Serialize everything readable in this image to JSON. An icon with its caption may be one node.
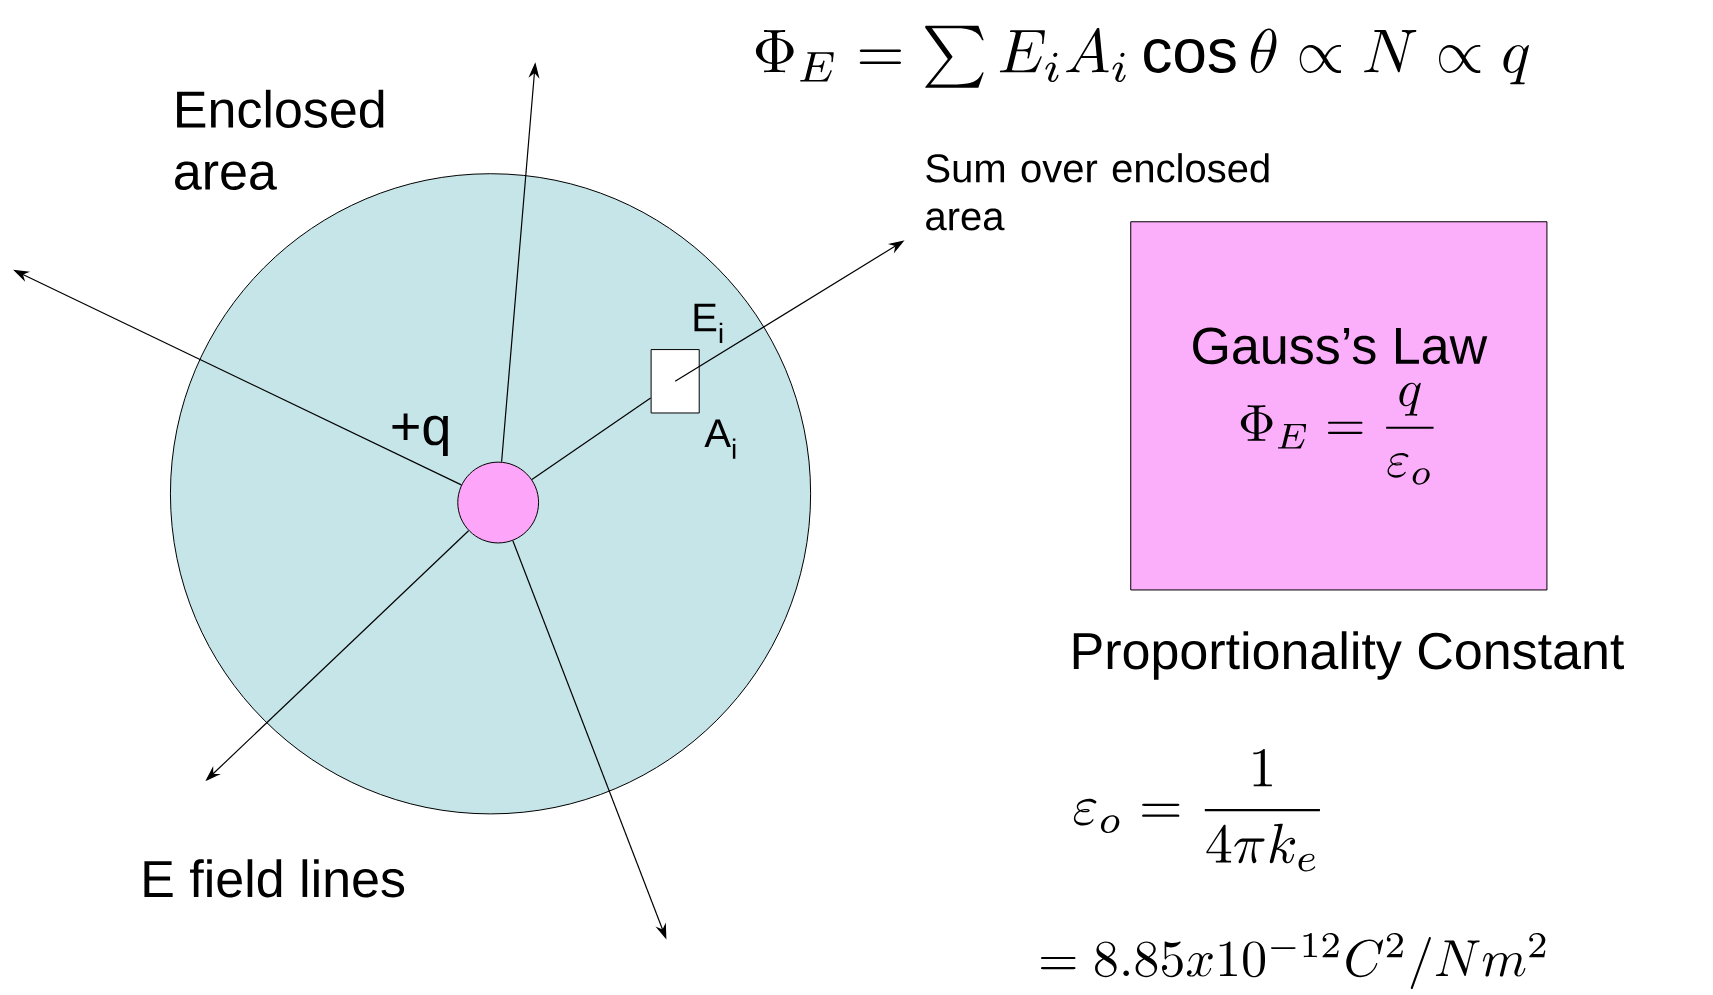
{
  "diagram": {
    "nodes": [
      {
        "text": [],
        "shape": "circle"
      },
      {
        "text": [],
        "shape": "circle",
        "in": 0,
        "beside": [
          "+q"
        ]
      },
      {
        "text": [],
        "shape": "box",
        "in": 0,
        "beside": [
          "E$_{i}$",
          "A$_{i}$"
        ]
      },
      {
        "text": [
          "Gauss’s Law",
          "\\Phi_E = \\frac{q}{\\varepsilon_o}"
        ]
      }
    ],
    "edges": [
      {
        "from": 1,
        "to": null,
        "arrow": "to"
      },
      {
        "from": 1,
        "to": null,
        "arrow": "to"
      },
      {
        "from": 1,
        "to": 2,
        "arrow": "none"
      },
      {
        "from": 2,
        "to": null,
        "arrow": "to"
      },
      {
        "from": 1,
        "to": null,
        "arrow": "to"
      },
      {
        "from": 1,
        "to": null,
        "arrow": "to"
      }
    ],
    "labels": [
      "\\Phi_E = \\sum E_i A_i \\cos\\theta \\propto N \\propto q",
      "Enclosed area",
      "Sum over enclosed area",
      "E field lines",
      "Proportionality Constant",
      "\\varepsilon_o = \\frac{1}{4\\pi k_e}",
      "= 8.85x10^{-12} C^2 / Nm^2"
    ]
  }
}
